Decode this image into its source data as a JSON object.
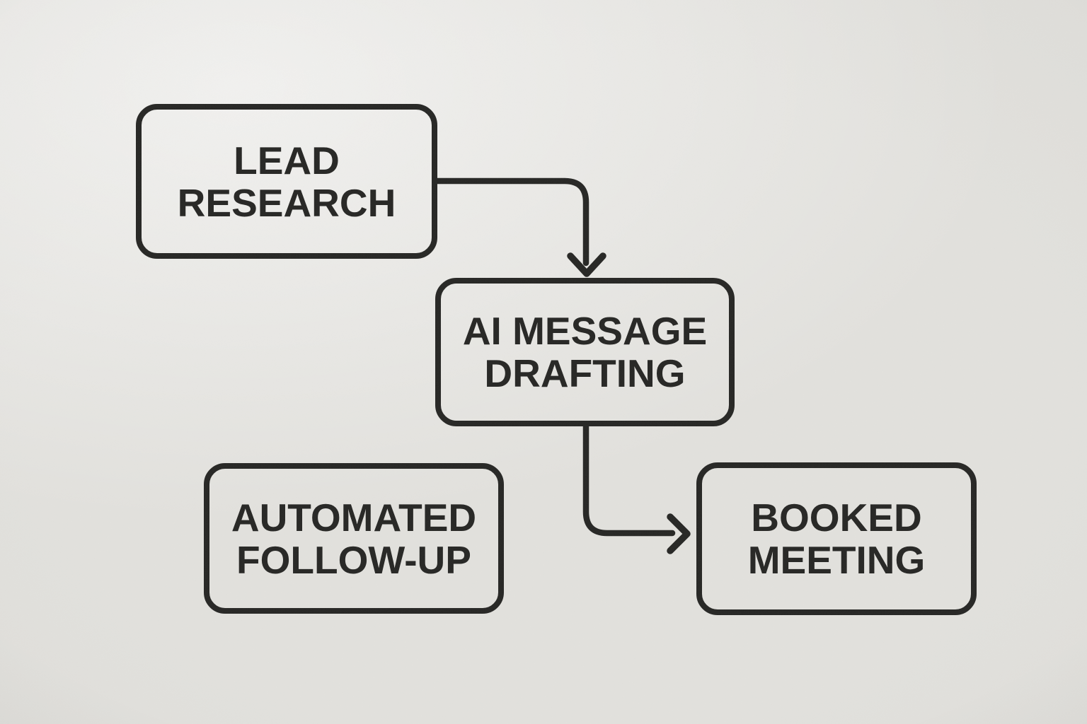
{
  "colors": {
    "background": "#e2e1dd",
    "ink": "#262624"
  },
  "diagram": {
    "type": "flowchart",
    "nodes": [
      {
        "id": "lead-research",
        "lines": [
          "LEAD",
          "RESEARCH"
        ]
      },
      {
        "id": "ai-message-drafting",
        "lines": [
          "AI MESSAGE",
          "DRAFTING"
        ]
      },
      {
        "id": "automated-follow-up",
        "lines": [
          "AUTOMATED",
          "FOLLOW-UP"
        ]
      },
      {
        "id": "booked-meeting",
        "lines": [
          "BOOKED",
          "MEETING"
        ]
      }
    ],
    "edges": [
      {
        "from": "lead-research",
        "to": "ai-message-drafting",
        "style": "elbow-right-then-down",
        "arrowhead": "chevron-down"
      },
      {
        "from": "ai-message-drafting",
        "to": "booked-meeting",
        "style": "elbow-down-then-right",
        "arrowhead": "chevron-right"
      }
    ]
  }
}
